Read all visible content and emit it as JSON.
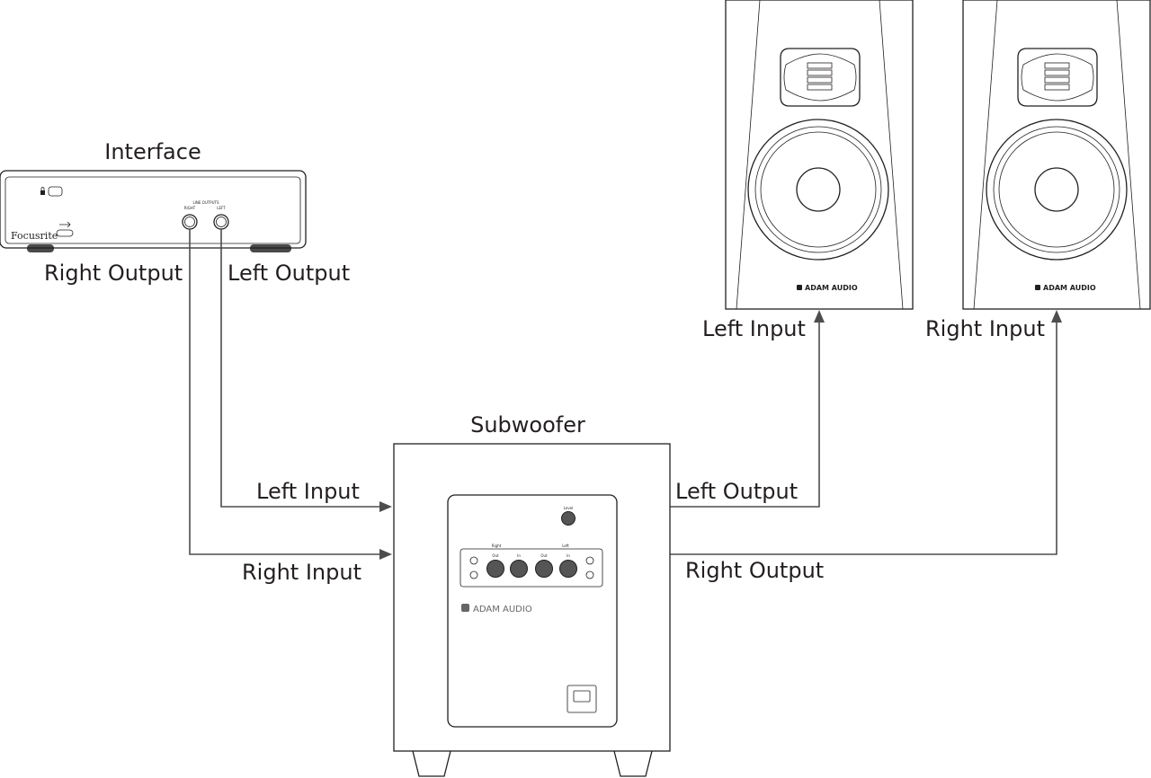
{
  "devices": {
    "interface": {
      "title": "Interface",
      "brand": "Focusrite",
      "panel_label": "LINE OUTPUTS",
      "jack_right_label": "RIGHT",
      "jack_left_label": "LEFT"
    },
    "subwoofer": {
      "title": "Subwoofer",
      "level_label": "Level",
      "group_right_label": "Right",
      "group_left_label": "Left",
      "out_label": "Out",
      "in_label": "In",
      "brand": "ADAM AUDIO"
    },
    "speaker_left": {
      "brand": "ADAM AUDIO"
    },
    "speaker_right": {
      "brand": "ADAM AUDIO"
    }
  },
  "labels": {
    "interface_right_output": "Right Output",
    "interface_left_output": "Left Output",
    "sub_left_input": "Left Input",
    "sub_right_input": "Right Input",
    "sub_left_output": "Left Output",
    "sub_right_output": "Right Output",
    "speaker_left_input": "Left Input",
    "speaker_right_input": "Right Input"
  },
  "colors": {
    "line": "#231f20",
    "wire": "#4d4d4d",
    "knob": "#555555"
  }
}
